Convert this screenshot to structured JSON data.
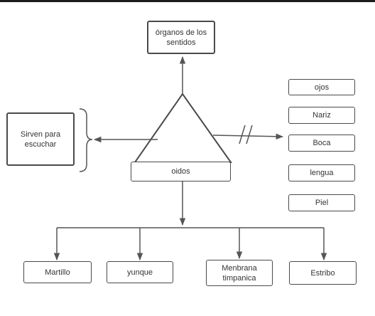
{
  "diagram": {
    "top_node": "órganos de los sentidos",
    "center_node": "oidos",
    "left_node": "Sirven para escuchar",
    "senses": [
      "ojos",
      "Nariz",
      "Boca",
      "lengua",
      "Piel"
    ],
    "parts": [
      "Martillo",
      "yunque",
      "Menbrana timpanica",
      "Estribo"
    ]
  },
  "colors": {
    "line": "#555555",
    "border": "#4a4a4a",
    "text": "#333333"
  }
}
